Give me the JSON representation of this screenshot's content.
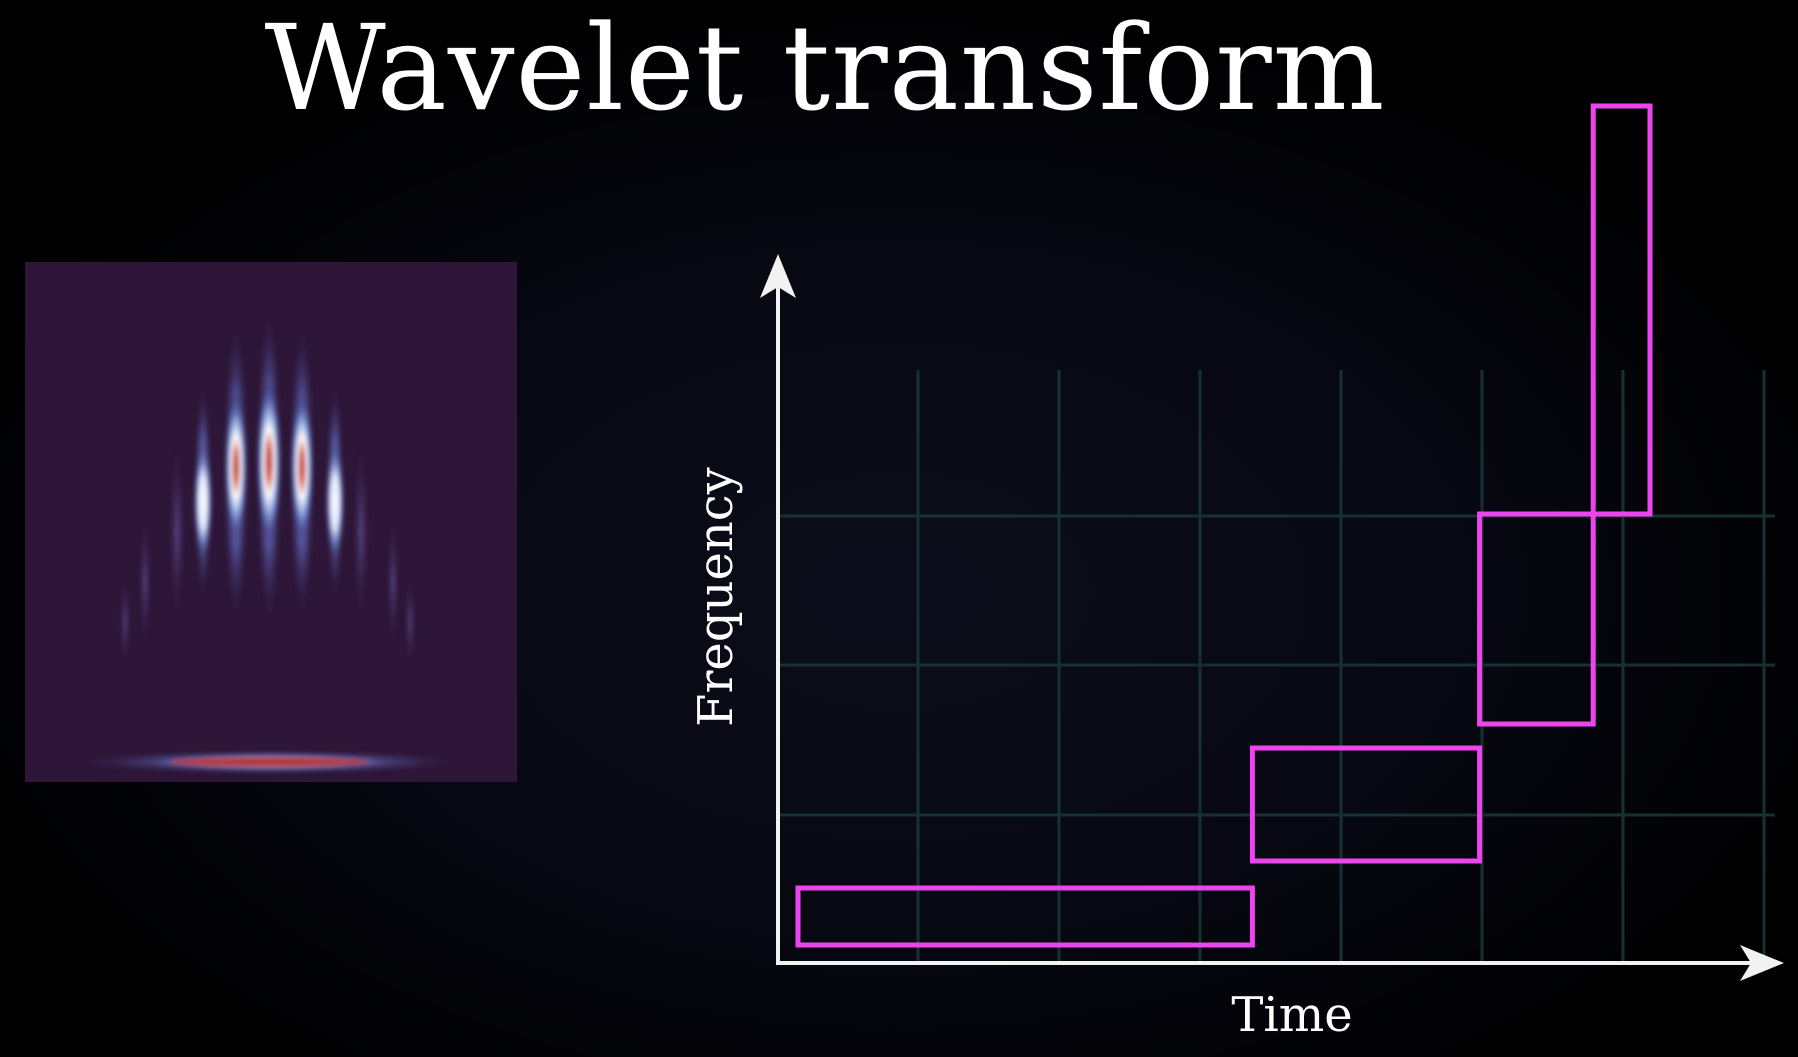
{
  "title": "Wavelet transform",
  "axes": {
    "x_label": "Time",
    "y_label": "Frequency"
  },
  "colors": {
    "background": "#000000",
    "grid": "#173033",
    "axis": "#f2f2f2",
    "tile_outline": "#ee44ee",
    "scalogram_background": "#2d1637",
    "scalogram_hot": "#b33a3a",
    "scalogram_cold": "#ffffff",
    "scalogram_mid": "#6b86c8"
  },
  "tiles": [
    {
      "name": "tile-low-frequency",
      "time_start": 0,
      "time_end": 8,
      "freq_start": 0,
      "freq_end": 1
    },
    {
      "name": "tile-mid-low-frequency",
      "time_start": 8,
      "time_end": 12,
      "freq_start": 1,
      "freq_end": 2
    },
    {
      "name": "tile-mid-high-frequency",
      "time_start": 12,
      "time_end": 14,
      "freq_start": 2,
      "freq_end": 4
    },
    {
      "name": "tile-high-frequency",
      "time_start": 14,
      "time_end": 15,
      "freq_start": 4,
      "freq_end": 8
    }
  ]
}
